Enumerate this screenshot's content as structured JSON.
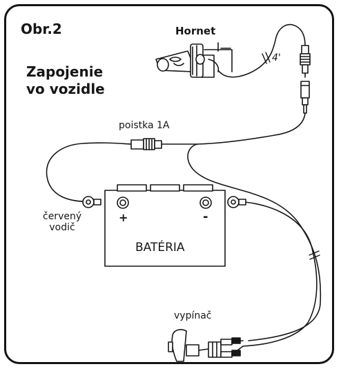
{
  "figure_label": "Obr.2",
  "device_label": "Hornet",
  "heading_line1": "Zapojenie",
  "heading_line2": "vo vozidle",
  "fuse_label": "poistka 1A",
  "wire_label_line1": "červený",
  "wire_label_line2": "vodič",
  "battery_label": "BATÉRIA",
  "battery_plus": "+",
  "battery_minus": "-",
  "switch_label": "vypínač",
  "antenna_mark": "4'",
  "colors": {
    "ink": "#161616",
    "background": "#ffffff"
  }
}
